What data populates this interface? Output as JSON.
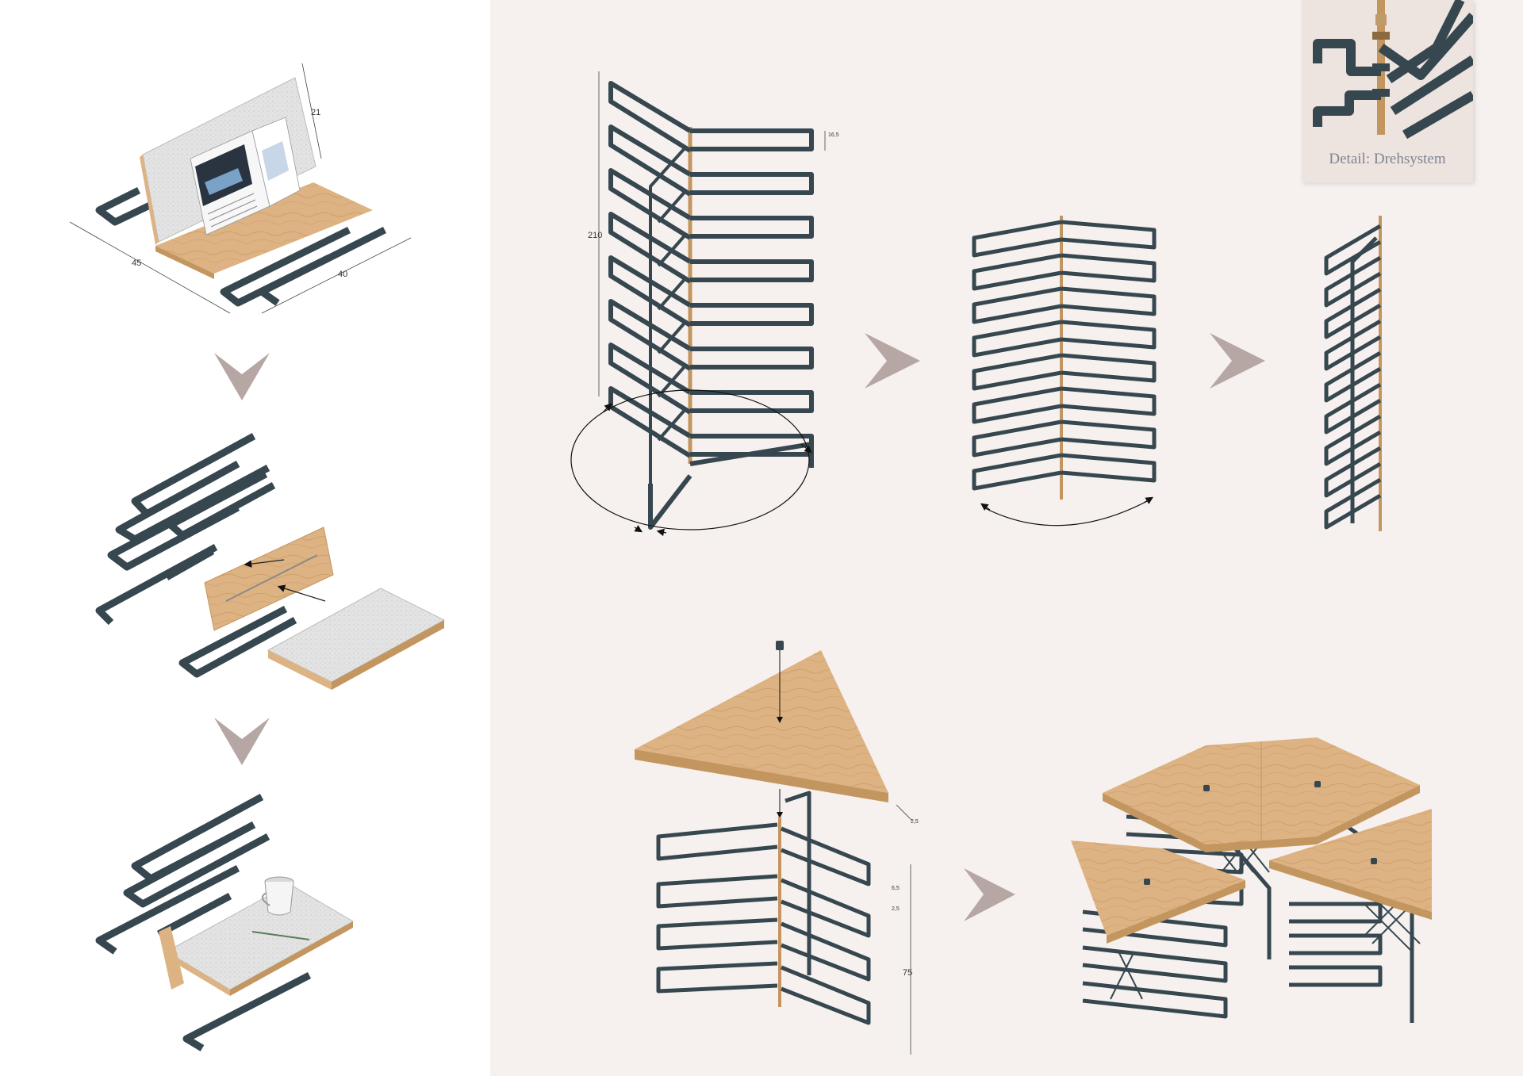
{
  "dimensions": {
    "book_stand_height": "21",
    "book_stand_depth": "45",
    "book_stand_width": "40",
    "tower_height": "210",
    "frame_spacing": "16,5",
    "table_height": "75",
    "frame_small_1": "6,5",
    "frame_small_2": "2,5",
    "table_top_thickness": "2,5"
  },
  "detail": {
    "caption": "Detail: Drehsystem"
  },
  "colors": {
    "frame": "#37474f",
    "wood": "#ddb383",
    "wood_edge": "#c4965f",
    "felt": "#e5e5e5",
    "arrow": "#b6a7a4",
    "panel_bg": "#f6f1ef"
  }
}
